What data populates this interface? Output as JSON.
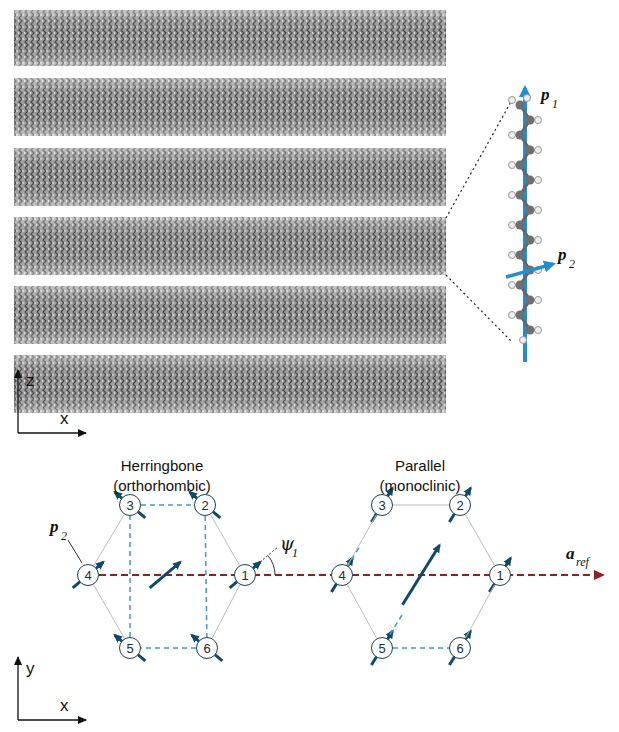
{
  "diagram": {
    "nodes": [
      {
        "text": [
          "1"
        ]
      },
      {
        "text": [
          "2"
        ]
      },
      {
        "text": [
          "3"
        ]
      },
      {
        "text": [
          "4"
        ]
      },
      {
        "text": [
          "5"
        ]
      },
      {
        "text": [
          "6"
        ]
      },
      {
        "text": [
          "1"
        ]
      },
      {
        "text": [
          "2"
        ]
      },
      {
        "text": [
          "3"
        ]
      },
      {
        "text": [
          "4"
        ]
      },
      {
        "text": [
          "5"
        ]
      },
      {
        "text": [
          "6"
        ]
      }
    ],
    "edges": [
      {
        "from": 0,
        "to": 1,
        "arrow": "none"
      },
      {
        "from": 2,
        "to": 3,
        "arrow": "none"
      },
      {
        "from": 3,
        "to": 4,
        "arrow": "none"
      },
      {
        "from": 5,
        "to": 0,
        "arrow": "none"
      },
      {
        "from": 2,
        "to": 1,
        "arrow": "none"
      },
      {
        "from": 1,
        "to": 5,
        "arrow": "none"
      },
      {
        "from": 5,
        "to": 4,
        "arrow": "none"
      },
      {
        "from": 4,
        "to": 2,
        "arrow": "none"
      },
      {
        "from": 6,
        "to": 7,
        "arrow": "none"
      },
      {
        "from": 7,
        "to": 8,
        "arrow": "none"
      },
      {
        "from": 8,
        "to": 9,
        "arrow": "none"
      },
      {
        "from": 9,
        "to": 10,
        "arrow": "none"
      },
      {
        "from": 11,
        "to": 6,
        "arrow": "none"
      },
      {
        "from": 10,
        "to": 11,
        "arrow": "none"
      }
    ],
    "labels": [
      "z",
      "x",
      "p",
      "1",
      "p",
      "2",
      "Herringbone",
      "(orthorhombic)",
      "Parallel",
      "(monoclinic)",
      "p",
      "2",
      "ψ",
      "1",
      "a",
      "ref",
      "y",
      "x"
    ]
  }
}
